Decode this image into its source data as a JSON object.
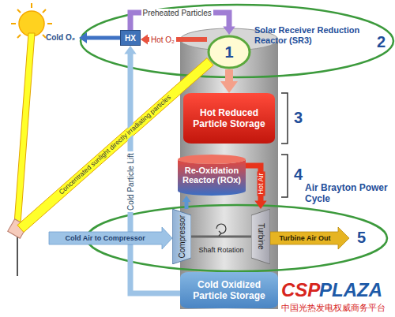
{
  "diagram": {
    "nodes": [
      {
        "text": [
          "HX"
        ]
      },
      {
        "text": [
          "1"
        ]
      },
      {
        "text": [
          "Hot Reduced Particle Storage"
        ]
      },
      {
        "text": [
          "Re-Oxidation Reactor (ROx)"
        ]
      },
      {
        "text": [
          "Compressor"
        ]
      },
      {
        "text": [
          "Turbine"
        ]
      },
      {
        "text": [
          "Cold Oxidized Particle Storage"
        ]
      }
    ],
    "edges": [
      {
        "from": 0,
        "to": 1,
        "label": "Preheated Particles",
        "arrow": "to"
      },
      {
        "from": 1,
        "to": 0,
        "label": "Hot O₂",
        "arrow": "to"
      },
      {
        "from": 1,
        "to": 2,
        "arrow": "to"
      },
      {
        "from": 3,
        "to": 5,
        "label": "Hot Air",
        "arrow": "to"
      },
      {
        "from": 4,
        "to": 3,
        "arrow": "to"
      },
      {
        "from": 4,
        "to": 5,
        "label": "Shaft Rotation",
        "arrow": "none"
      },
      {
        "from": 6,
        "to": 0,
        "label": "Cold Particle Lift",
        "arrow": "to"
      }
    ],
    "labels": [
      "Cold O₂",
      "Solar Receiver Reduction Reactor (SR3)",
      "2",
      "3",
      "4",
      "Air Brayton Power Cycle",
      "5",
      "Cold Air to Compressor",
      "Turbine Air Out",
      "Concentrated sunlight directly irradiating particles",
      "CSP",
      "PLAZA",
      "中国光热发电权威商务平台"
    ]
  }
}
